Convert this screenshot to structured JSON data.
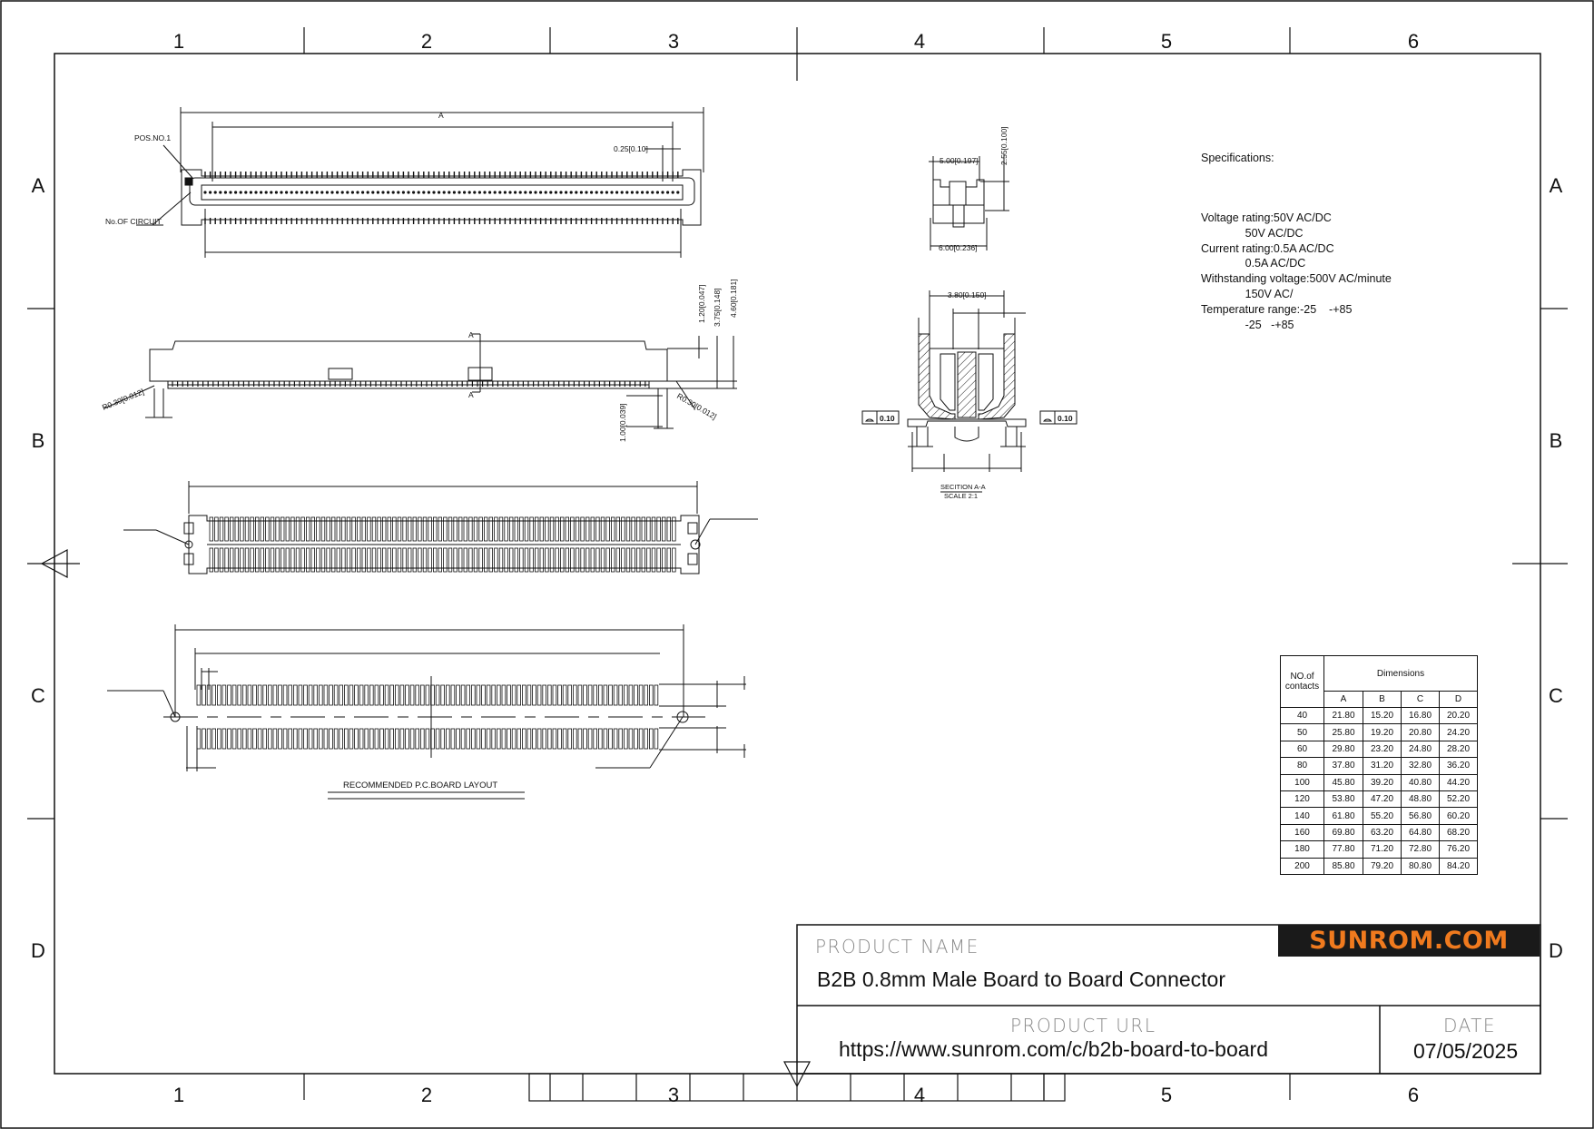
{
  "zones": {
    "columns": [
      "1",
      "2",
      "3",
      "4",
      "5",
      "6"
    ],
    "rows": [
      "A",
      "B",
      "C",
      "D"
    ]
  },
  "drawing_labels": {
    "pos_no": "POS.NO.1",
    "no_of_circuit": "No.OF CIRCUIT",
    "dim_a": "A",
    "pitch": "0.25[0.10]",
    "section_a_top": "A",
    "section_a_bottom": "A",
    "height_1": "1.20[0.047]",
    "height_2": "3.75[0.148]",
    "height_3": "4.60[0.181]",
    "radius_left": "R0.30[0.012]",
    "radius_right": "R0.30[0.012]",
    "post_height": "1.00[0.039]",
    "width_top": "5.00[0.197]",
    "height_top": "2.55[0.100]",
    "width_bottom": "6.00[0.236]",
    "section_width": "3.80[0.150]",
    "flatness_left": "0.10",
    "flatness_right": "0.10",
    "section_title": "SECITION A-A",
    "section_scale": "SCALE  2:1",
    "pcb_layout": "RECOMMENDED  P.C.BOARD  LAYOUT"
  },
  "specs": {
    "heading": "Specifications:",
    "lines": [
      "Voltage rating:50V AC/DC",
      "              50V AC/DC",
      "Current rating:0.5A AC/DC",
      "              0.5A AC/DC",
      "Withstanding voltage:500V AC/minute",
      "              150V AC/",
      "Temperature range:-25    -+85",
      "              -25   -+85"
    ]
  },
  "dimensions_table": {
    "contacts_header": "NO.of contacts",
    "dimensions_header": "Dimensions",
    "columns": [
      "A",
      "B",
      "C",
      "D"
    ],
    "rows": [
      [
        "40",
        "21.80",
        "15.20",
        "16.80",
        "20.20"
      ],
      [
        "50",
        "25.80",
        "19.20",
        "20.80",
        "24.20"
      ],
      [
        "60",
        "29.80",
        "23.20",
        "24.80",
        "28.20"
      ],
      [
        "80",
        "37.80",
        "31.20",
        "32.80",
        "36.20"
      ],
      [
        "100",
        "45.80",
        "39.20",
        "40.80",
        "44.20"
      ],
      [
        "120",
        "53.80",
        "47.20",
        "48.80",
        "52.20"
      ],
      [
        "140",
        "61.80",
        "55.20",
        "56.80",
        "60.20"
      ],
      [
        "160",
        "69.80",
        "63.20",
        "64.80",
        "68.20"
      ],
      [
        "180",
        "77.80",
        "71.20",
        "72.80",
        "76.20"
      ],
      [
        "200",
        "85.80",
        "79.20",
        "80.80",
        "84.20"
      ]
    ]
  },
  "title_block": {
    "logo": "SUNROM.COM",
    "product_name_label": "PRODUCT NAME",
    "product_name": "B2B 0.8mm Male Board to Board Connector",
    "product_url_label": "PRODUCT URL",
    "product_url": "https://www.sunrom.com/c/b2b-board-to-board",
    "date_label": "DATE",
    "date": "07/05/2025"
  },
  "colors": {
    "ink": "#111111",
    "logo_bg": "#1a1a1a",
    "logo_text": "#f07a1e",
    "label_gray": "#8a8a8a"
  }
}
